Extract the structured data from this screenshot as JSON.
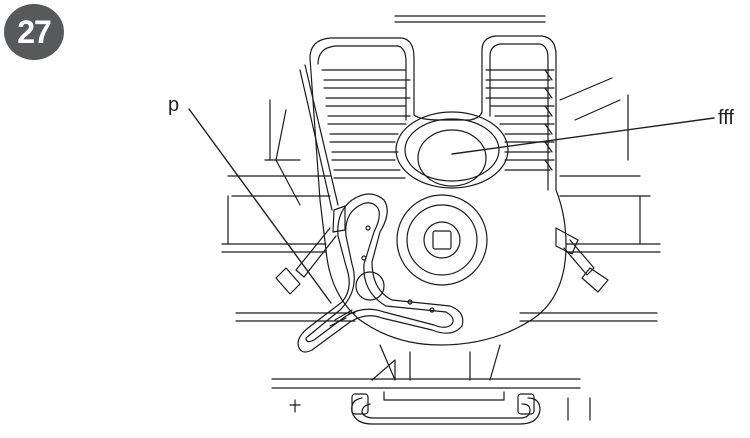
{
  "figure": {
    "step_number": "27",
    "callouts": {
      "p": "p",
      "fff": "fff"
    }
  }
}
